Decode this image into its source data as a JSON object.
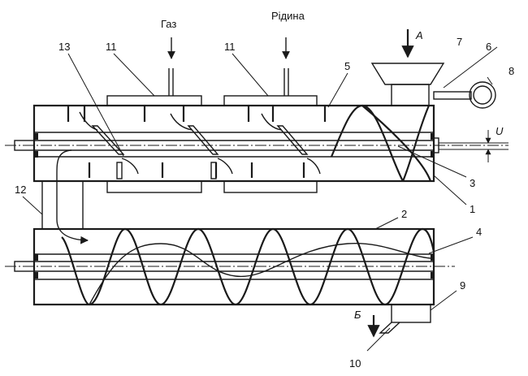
{
  "labels": {
    "gas": "Газ",
    "liquid": "Рідина",
    "a": "А",
    "b": "Б",
    "u": "U",
    "n1": "1",
    "n2": "2",
    "n3": "3",
    "n4": "4",
    "n5": "5",
    "n6": "6",
    "n7": "7",
    "n8": "8",
    "n9": "9",
    "n10": "10",
    "n11a": "11",
    "n11b": "11",
    "n12": "12",
    "n13": "13"
  }
}
